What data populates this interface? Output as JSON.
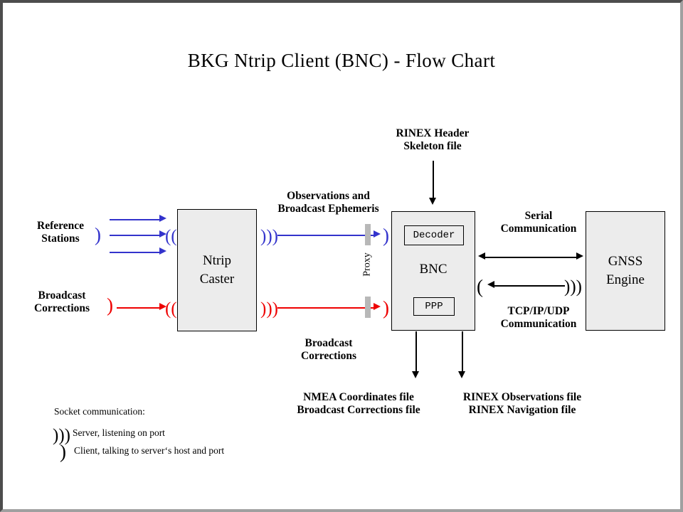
{
  "page": {
    "title": "BKG Ntrip Client (BNC)  -  Flow Chart",
    "canvas_bg": "#ffffff",
    "border_color_dark": "#4d4d4d",
    "border_color_light": "#a0a0a0"
  },
  "colors": {
    "observation_stream": "#3333cc",
    "correction_stream": "#ee0000",
    "node_fill": "#ececec",
    "node_stroke": "#000000",
    "proxy_bar": "#b8b8b8"
  },
  "nodes": {
    "ntrip_caster": {
      "label": "Ntrip\nCaster"
    },
    "bnc": {
      "label": "BNC",
      "decoder": "Decoder",
      "ppp": "PPP"
    },
    "gnss_engine": {
      "label": "GNSS\nEngine"
    }
  },
  "sources": {
    "reference_stations": "Reference\nStations",
    "broadcast_corrections": "Broadcast\nCorrections"
  },
  "edge_labels": {
    "observations_ephemeris": "Observations and\nBroadcast Ephemeris",
    "broadcast_corrections": "Broadcast\nCorrections",
    "rinex_header_skeleton": "RINEX Header\nSkeleton file",
    "serial_communication": "Serial\nCommunication",
    "tcpip_communication": "TCP/IP/UDP\nCommunication",
    "proxy": "Proxy"
  },
  "outputs": {
    "left": "NMEA Coordinates file\nBroadcast Corrections file",
    "right": "RINEX Observations file\nRINEX Navigation file"
  },
  "legend": {
    "title": "Socket communication:",
    "items": [
      {
        "icon": "server-antenna-icon",
        "glyph": ")))",
        "text": "Server, listening  on port"
      },
      {
        "icon": "client-socket-icon",
        "glyph": ")",
        "text": "Client, talking to server‘s host and port"
      }
    ]
  },
  "glyphs": {
    "server": ")))",
    "server_mirrored": ")))",
    "client": ")",
    "client_mirrored": "("
  }
}
